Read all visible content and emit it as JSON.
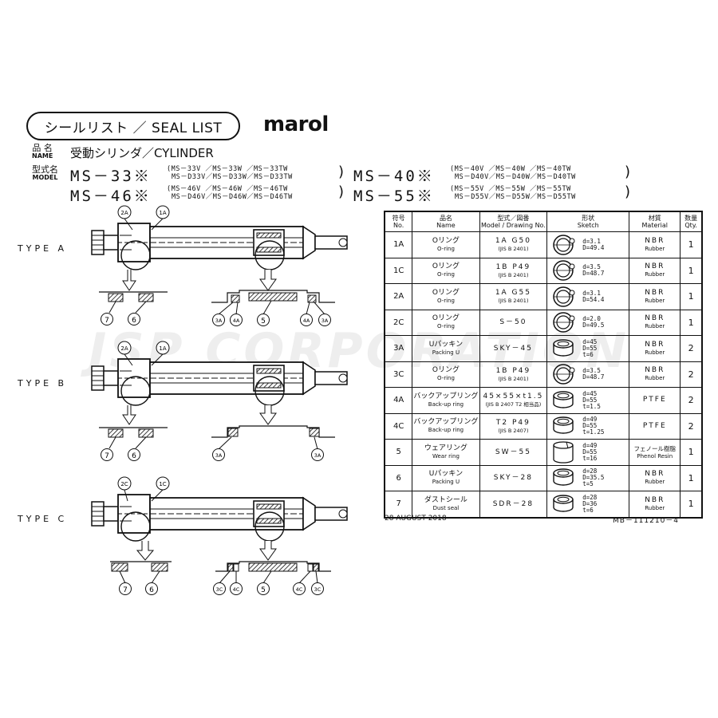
{
  "header": {
    "title": "シールリスト ／ SEAL  LIST",
    "logo": "marol",
    "name_label_jp": "品 名",
    "name_label_en": "NAME",
    "name_value": "受動シリンダ／CYLINDER",
    "model_label_jp": "型式名",
    "model_label_en": "MODEL",
    "models": [
      {
        "code": "MS－33※",
        "variants": [
          "(MS－33V ／MS－33W ／MS－33TW",
          ""
        ]
      },
      {
        "code": "MS－40※",
        "variants": [
          "(MS－40V ／MS－40W ／MS－40TW",
          ")"
        ]
      },
      {
        "code": "MS－46※",
        "variants": [
          "(MS－46V ／MS－46W ／MS－46TW",
          "MS－D46V／MS－D46W／MS－D46TW"
        ]
      },
      {
        "code": "MS－55※",
        "variants": [
          "(MS－55V ／MS－55W ／MS－55TW",
          "MS－D55V／MS－D55W／MS－D55TW"
        ]
      }
    ],
    "model_variants_2": "MS－D33V／MS－D33W／MS－D33TW",
    "model_variants_4": "MS－D40V／MS－D40W／MS－D40TW",
    "close_paren": ")"
  },
  "types": [
    {
      "label": "TYPE  A",
      "top_callouts": [
        "2A",
        "1A"
      ],
      "left_parts": [
        "7",
        "6"
      ],
      "right_parts": [
        "3A",
        "4A",
        "5",
        "4A",
        "3A"
      ]
    },
    {
      "label": "TYPE  B",
      "top_callouts": [
        "2A",
        "1A"
      ],
      "left_parts": [
        "7",
        "6"
      ],
      "right_parts": [
        "3A",
        "3A"
      ]
    },
    {
      "label": "TYPE  C",
      "top_callouts": [
        "2C",
        "1C"
      ],
      "left_parts": [
        "7",
        "6"
      ],
      "right_parts": [
        "3C",
        "4C",
        "5",
        "4C",
        "3C"
      ]
    }
  ],
  "table": {
    "headers": [
      {
        "jp": "符号",
        "en": "No."
      },
      {
        "jp": "品名",
        "en": "Name"
      },
      {
        "jp": "型式／図番",
        "en": "Model / Drawing No."
      },
      {
        "jp": "形状",
        "en": "Sketch"
      },
      {
        "jp": "材質",
        "en": "Material"
      },
      {
        "jp": "数量",
        "en": "Qty."
      }
    ],
    "rows": [
      {
        "no": "1A",
        "name_jp": "Oリング",
        "name_en": "O-ring",
        "model": "1A  G50",
        "drawing": "(JIS B 2401)",
        "dims": [
          "d=3.1",
          "D=49.4"
        ],
        "shape": "oring",
        "mat": "NBR",
        "mat_en": "Rubber",
        "qty": "1"
      },
      {
        "no": "1C",
        "name_jp": "Oリング",
        "name_en": "O-ring",
        "model": "1B  P49",
        "drawing": "(JIS B 2401)",
        "dims": [
          "d=3.5",
          "D=48.7"
        ],
        "shape": "oring",
        "mat": "NBR",
        "mat_en": "Rubber",
        "qty": "1"
      },
      {
        "no": "2A",
        "name_jp": "Oリング",
        "name_en": "O-ring",
        "model": "1A  G55",
        "drawing": "(JIS B 2401)",
        "dims": [
          "d=3.1",
          "D=54.4"
        ],
        "shape": "oring",
        "mat": "NBR",
        "mat_en": "Rubber",
        "qty": "1"
      },
      {
        "no": "2C",
        "name_jp": "Oリング",
        "name_en": "O-ring",
        "model": "S－50",
        "drawing": "",
        "dims": [
          "d=2.0",
          "D=49.5"
        ],
        "shape": "oring",
        "mat": "NBR",
        "mat_en": "Rubber",
        "qty": "1"
      },
      {
        "no": "3A",
        "name_jp": "Uパッキン",
        "name_en": "Packing U",
        "model": "SKY－45",
        "drawing": "",
        "dims": [
          "d=45",
          "D=55",
          "t=6"
        ],
        "shape": "ring",
        "mat": "NBR",
        "mat_en": "Rubber",
        "qty": "2"
      },
      {
        "no": "3C",
        "name_jp": "Oリング",
        "name_en": "O-ring",
        "model": "1B  P49",
        "drawing": "(JIS B 2401)",
        "dims": [
          "d=3.5",
          "D=48.7"
        ],
        "shape": "oring",
        "mat": "NBR",
        "mat_en": "Rubber",
        "qty": "2"
      },
      {
        "no": "4A",
        "name_jp": "バックアップリング",
        "name_en": "Back-up ring",
        "model": "45×55×t1.5",
        "drawing": "(JIS B 2407 T2 相当品)",
        "dims": [
          "d=45",
          "D=55",
          "t=1.5"
        ],
        "shape": "ring",
        "mat": "PTFE",
        "mat_en": "",
        "qty": "2"
      },
      {
        "no": "4C",
        "name_jp": "バックアップリング",
        "name_en": "Back-up ring",
        "model": "T2  P49",
        "drawing": "(JIS B 2407)",
        "dims": [
          "d=49",
          "D=55",
          "t=1.25"
        ],
        "shape": "ring",
        "mat": "PTFE",
        "mat_en": "",
        "qty": "2"
      },
      {
        "no": "5",
        "name_jp": "ウェアリング",
        "name_en": "Wear ring",
        "model": "SW－55",
        "drawing": "",
        "dims": [
          "d=49",
          "D=55",
          "t=16"
        ],
        "shape": "tall",
        "mat": "フェノール樹脂",
        "mat_en": "Phenol Resin",
        "qty": "1"
      },
      {
        "no": "6",
        "name_jp": "Uパッキン",
        "name_en": "Packing U",
        "model": "SKY－28",
        "drawing": "",
        "dims": [
          "d=28",
          "D=35.5",
          "t=5"
        ],
        "shape": "ring",
        "mat": "NBR",
        "mat_en": "Rubber",
        "qty": "1"
      },
      {
        "no": "7",
        "name_jp": "ダストシール",
        "name_en": "Dust seal",
        "model": "SDR－28",
        "drawing": "",
        "dims": [
          "d=28",
          "D=36",
          "t=6"
        ],
        "shape": "ring",
        "mat": "NBR",
        "mat_en": "Rubber",
        "qty": "1"
      }
    ]
  },
  "footer": {
    "date": "28 AUGUST 2018",
    "doc_no": "MB－111210－4"
  },
  "watermark": "JSP CORPORATION"
}
